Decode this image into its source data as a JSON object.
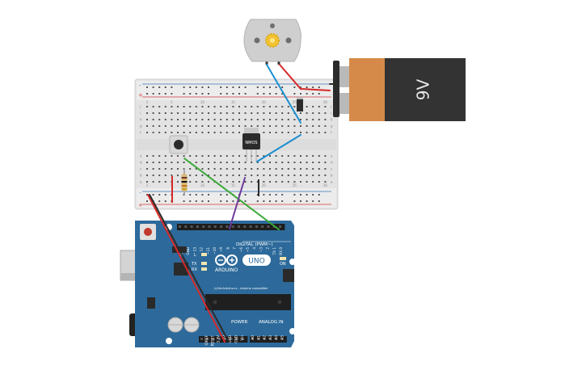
{
  "battery": {
    "label": "9V"
  },
  "transistor": {
    "label": "NMOS"
  },
  "breadboard": {
    "col_numbers": [
      "1",
      "5",
      "10",
      "15",
      "20",
      "25",
      "30"
    ],
    "row_letters_top": [
      "j",
      "i",
      "h",
      "g",
      "f"
    ],
    "row_letters_bottom": [
      "e",
      "d",
      "c",
      "b",
      "a"
    ],
    "rail_plus": "+",
    "rail_minus": "-"
  },
  "arduino": {
    "brand": "ARDUINO",
    "model": "UNO",
    "digital_label": "DIGITAL (PWM~)",
    "power_label": "POWER",
    "analog_label": "ANALOG IN",
    "on_label": "ON",
    "tx_label": "TX",
    "rx_label": "RX",
    "l_label": "L",
    "top_pins": [
      "AREF",
      "GND",
      "13",
      "12",
      "~11",
      "~10",
      "~9",
      "8",
      "7",
      "~6",
      "~5",
      "4",
      "~3",
      "2",
      "TX 1",
      "RX 0"
    ],
    "power_pins": [
      "IOREF",
      "RESET",
      "3.3V",
      "5V",
      "GND",
      "GND",
      "Vin"
    ],
    "analog_pins": [
      "A0",
      "A1",
      "A2",
      "A3",
      "A4",
      "A5"
    ],
    "credit": "(c)hd.Arduino.cc - Arduino compatible"
  },
  "colors": {
    "board_blue": "#2d6a9b",
    "battery_orange": "#d58a4a",
    "battery_black": "#333333",
    "wire_red": "#d62828",
    "wire_blue": "#1b8fd0",
    "wire_green": "#3aa935",
    "wire_purple": "#6f3a9c",
    "wire_black": "#2b2b2b"
  }
}
